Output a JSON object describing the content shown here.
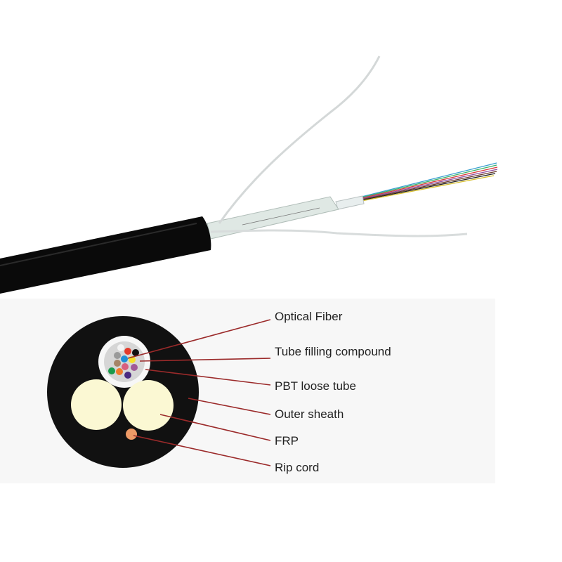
{
  "labels": {
    "optical_fiber": "Optical Fiber",
    "tube_filling_compound": "Tube filling compound",
    "pbt_loose_tube": "PBT loose tube",
    "outer_sheath": "Outer sheath",
    "frp": "FRP",
    "rip_cord": "Rip cord"
  },
  "colors": {
    "sheath": "#111111",
    "frp": "#fbf8d3",
    "rip_cord": "#ee9a66",
    "leader": "#9b2a2a",
    "fibers": [
      "#f4f4f4",
      "#e43a2a",
      "#111111",
      "#9a9a9a",
      "#1f8fd6",
      "#f4e12a",
      "#a58466",
      "#d9607e",
      "#a05a98",
      "#1a9a4a",
      "#ef7a2a",
      "#4a2a80"
    ]
  }
}
